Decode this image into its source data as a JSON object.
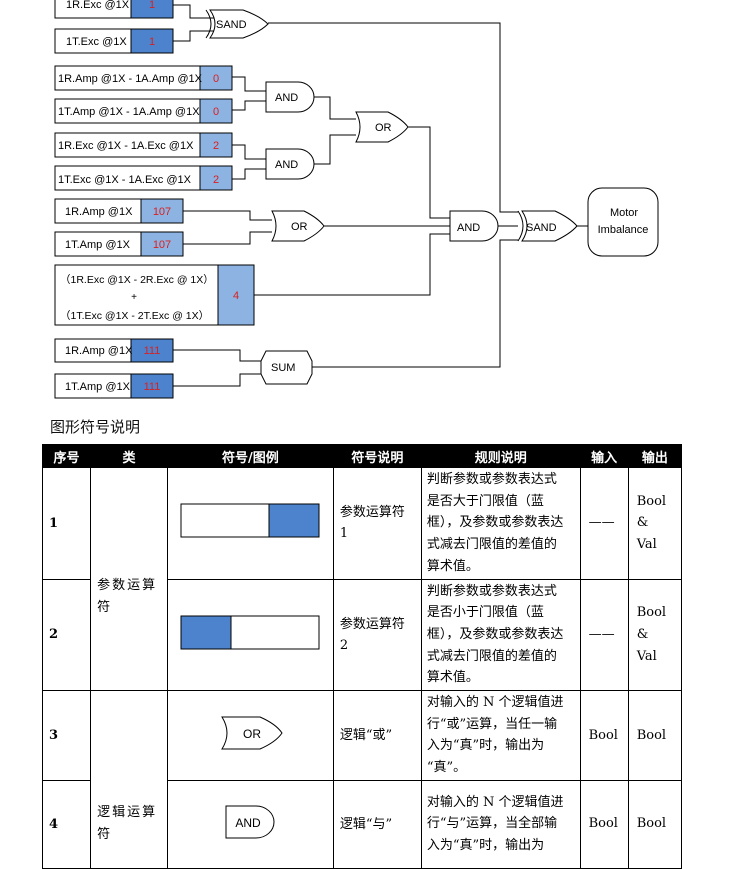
{
  "diagram": {
    "param_blocks": [
      {
        "label": "1R.Exc @1X",
        "value": "1",
        "value_color": "#d82020",
        "threshold": "upper"
      },
      {
        "label": "1T.Exc @1X",
        "value": "1",
        "value_color": "#d82020",
        "threshold": "upper"
      },
      {
        "label": "1R.Amp @1X - 1A.Amp @1X",
        "value": "0",
        "value_color": "#d82020",
        "threshold": "upper"
      },
      {
        "label": "1T.Amp @1X - 1A.Amp @1X",
        "value": "0",
        "value_color": "#d82020",
        "threshold": "upper"
      },
      {
        "label": "1R.Exc @1X - 1A.Exc @1X",
        "value": "2",
        "value_color": "#d82020",
        "threshold": "upper"
      },
      {
        "label": "1T.Exc @1X - 1A.Exc @1X",
        "value": "2",
        "value_color": "#d82020",
        "threshold": "upper"
      },
      {
        "label": "1R.Amp @1X",
        "value": "107",
        "value_color": "#d82020",
        "threshold": "upper"
      },
      {
        "label": "1T.Amp @1X",
        "value": "107",
        "value_color": "#d82020",
        "threshold": "upper"
      },
      {
        "label": "1R.Amp @1X",
        "value": "111",
        "value_color": "#d82020",
        "threshold": "upper"
      },
      {
        "label": "1T.Amp @1X",
        "value": "111",
        "value_color": "#d82020",
        "threshold": "upper"
      }
    ],
    "expr_block": {
      "line1": "（1R.Exc @1X - 2R.Exc @ 1X）",
      "plus": "+",
      "line2": "（1T.Exc @1X - 2T.Exc @ 1X）",
      "value": "4"
    },
    "gates": {
      "sand_top": "SAND",
      "and_1": "AND",
      "and_2": "AND",
      "or_1": "OR",
      "or_2": "OR",
      "and_main": "AND",
      "sand_main": "SAND",
      "sum": "SUM"
    },
    "output": {
      "line1": "Motor",
      "line2": "Imbalance"
    },
    "colors": {
      "fill_dark": "#4d83cd",
      "fill_light": "#8db3e2",
      "value_text": "#d82020"
    }
  },
  "legend": {
    "title": "图形符号说明",
    "headers": [
      "序号",
      "类",
      "符号/图例",
      "符号说明",
      "规则说明",
      "输入",
      "输出"
    ],
    "rows": [
      {
        "no": "1",
        "category": "参数运算符",
        "symbol": "param-upper",
        "desc_lines": [
          "参数运算符",
          "1"
        ],
        "rule_lines": [
          "判断参数或参数表达式",
          "是否大于门限值（蓝",
          "框），及参数或参数表达",
          "式减去门限值的差值的",
          "算术值。"
        ],
        "input": "——",
        "output_lines": [
          "Bool",
          "&",
          "Val"
        ]
      },
      {
        "no": "2",
        "category": "",
        "symbol": "param-lower",
        "desc_lines": [
          "参数运算符",
          "2"
        ],
        "rule_lines": [
          "判断参数或参数表达式",
          "是否小于门限值（蓝",
          "框），及参数或参数表达",
          "式减去门限值的差值的",
          "算术值。"
        ],
        "input": "——",
        "output_lines": [
          "Bool",
          "&",
          "Val"
        ]
      },
      {
        "no": "3",
        "category": "逻辑运算符",
        "symbol": "or-gate",
        "symbol_label": "OR",
        "desc_lines": [
          "逻辑“或”"
        ],
        "rule_lines": [
          "对输入的 N 个逻辑值进",
          "行“或”运算，当任一输",
          "入为“真”时，输出为",
          "“真”。"
        ],
        "input": "Bool",
        "output_lines": [
          "Bool"
        ]
      },
      {
        "no": "4",
        "category": "",
        "symbol": "and-gate",
        "symbol_label": "AND",
        "desc_lines": [
          "逻辑“与”"
        ],
        "rule_lines": [
          "对输入的 N 个逻辑值进",
          "行“与”运算，当全部输",
          "入为“真”时，输出为"
        ],
        "input": "Bool",
        "output_lines": [
          "Bool"
        ]
      }
    ]
  }
}
